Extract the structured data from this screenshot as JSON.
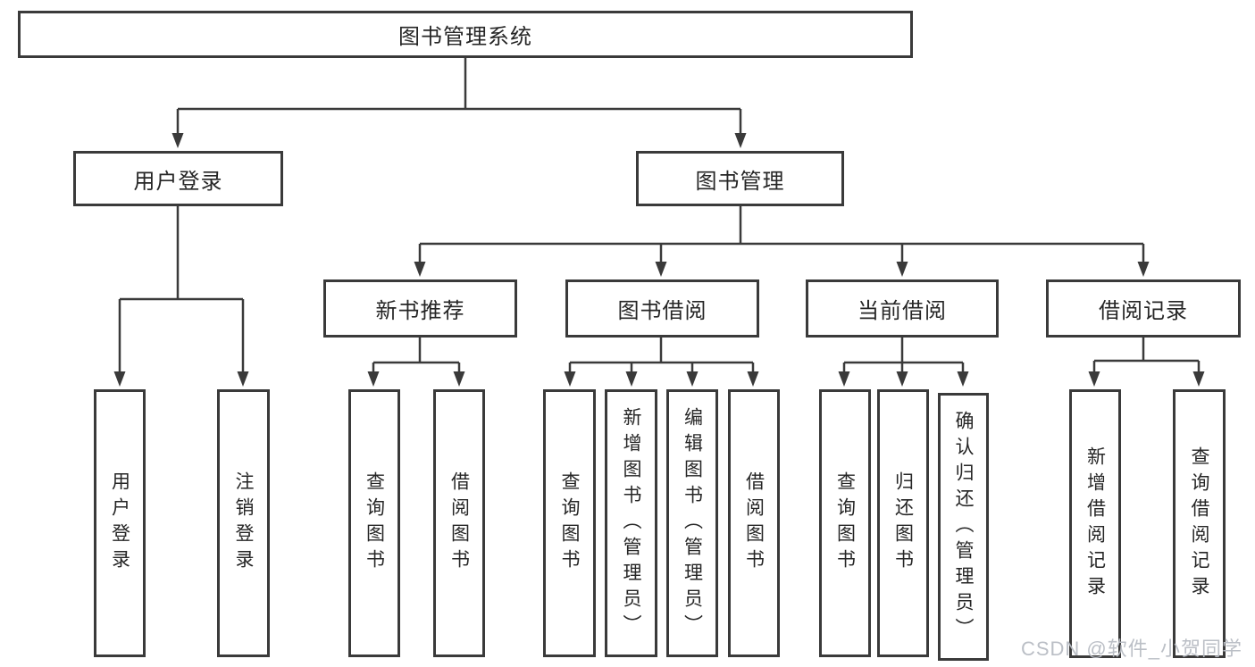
{
  "diagram": {
    "title": "图书管理系统",
    "branches": [
      {
        "label": "用户登录",
        "children": [
          "用户登录",
          "注销登录"
        ]
      },
      {
        "label": "图书管理",
        "children": [
          {
            "label": "新书推荐",
            "children": [
              "查询图书",
              "借阅图书"
            ]
          },
          {
            "label": "图书借阅",
            "children": [
              "查询图书",
              "新增图书（管理员）",
              "编辑图书（管理员）",
              "借阅图书"
            ]
          },
          {
            "label": "当前借阅",
            "children": [
              "查询图书",
              "归还图书",
              "确认归还（管理员）"
            ]
          },
          {
            "label": "借阅记录",
            "children": [
              "新增借阅记录",
              "查询借阅记录"
            ]
          }
        ]
      }
    ]
  },
  "watermark": {
    "text": "CSDN @软件_小贺同学"
  },
  "colors": {
    "line": "#3a3a3a",
    "text": "#262626",
    "background": "#ffffff",
    "watermark": "#b7bcc3"
  }
}
